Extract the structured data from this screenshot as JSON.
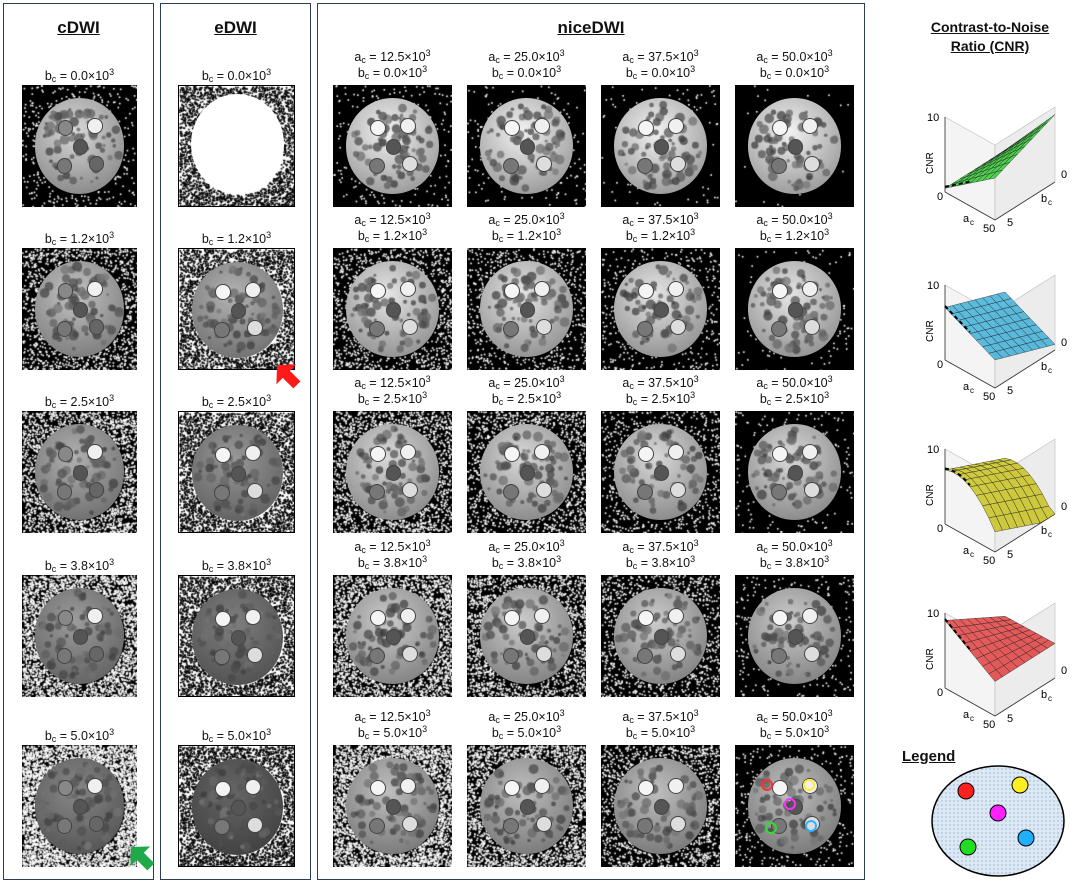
{
  "panels": {
    "cdwi": {
      "title": "cDWI"
    },
    "edwi": {
      "title": "eDWI"
    },
    "nicedwi": {
      "title": "niceDWI"
    },
    "cnr": {
      "title_line1": "Contrast-to-Noise",
      "title_line2": "Ratio (CNR)"
    }
  },
  "b_values": [
    "0.0",
    "1.2",
    "2.5",
    "3.8",
    "5.0"
  ],
  "a_values": [
    "12.5",
    "25.0",
    "37.5",
    "50.0"
  ],
  "label_parts": {
    "b_prefix": "b",
    "a_prefix": "a",
    "subscript": "c",
    "eq": " = ",
    "times10": "×10",
    "exp": "3"
  },
  "cnr_plots": [
    {
      "color": "#33cc33",
      "z_label": "CNR",
      "z_tick": "10",
      "a_label": "a",
      "a_sub": "c",
      "a_tick0": "0",
      "a_tick1": "50",
      "b_label": "b",
      "b_sub": "c",
      "b_tick0": "0",
      "b_tick1": "5"
    },
    {
      "color": "#3fb0d8",
      "z_label": "CNR",
      "z_tick": "10",
      "a_label": "a",
      "a_sub": "c",
      "a_tick0": "0",
      "a_tick1": "50",
      "b_label": "b",
      "b_sub": "c",
      "b_tick0": "0",
      "b_tick1": "5"
    },
    {
      "color": "#c8c21e",
      "z_label": "CNR",
      "z_tick": "10",
      "a_label": "a",
      "a_sub": "c",
      "a_tick0": "0",
      "a_tick1": "50",
      "b_label": "b",
      "b_sub": "c",
      "b_tick0": "0",
      "b_tick1": "5"
    },
    {
      "color": "#e04040",
      "z_label": "CNR",
      "z_tick": "10",
      "a_label": "a",
      "a_sub": "c",
      "a_tick0": "0",
      "a_tick1": "50",
      "b_label": "b",
      "b_sub": "c",
      "b_tick0": "0",
      "b_tick1": "5"
    }
  ],
  "legend": {
    "title": "Legend",
    "spots": [
      {
        "color": "#ff2020"
      },
      {
        "color": "#ffee20"
      },
      {
        "color": "#ff20ff"
      },
      {
        "color": "#20dd20"
      },
      {
        "color": "#20b0ff"
      }
    ]
  },
  "arrows": {
    "red": "#ff1a1a",
    "green": "#1faa4a"
  }
}
